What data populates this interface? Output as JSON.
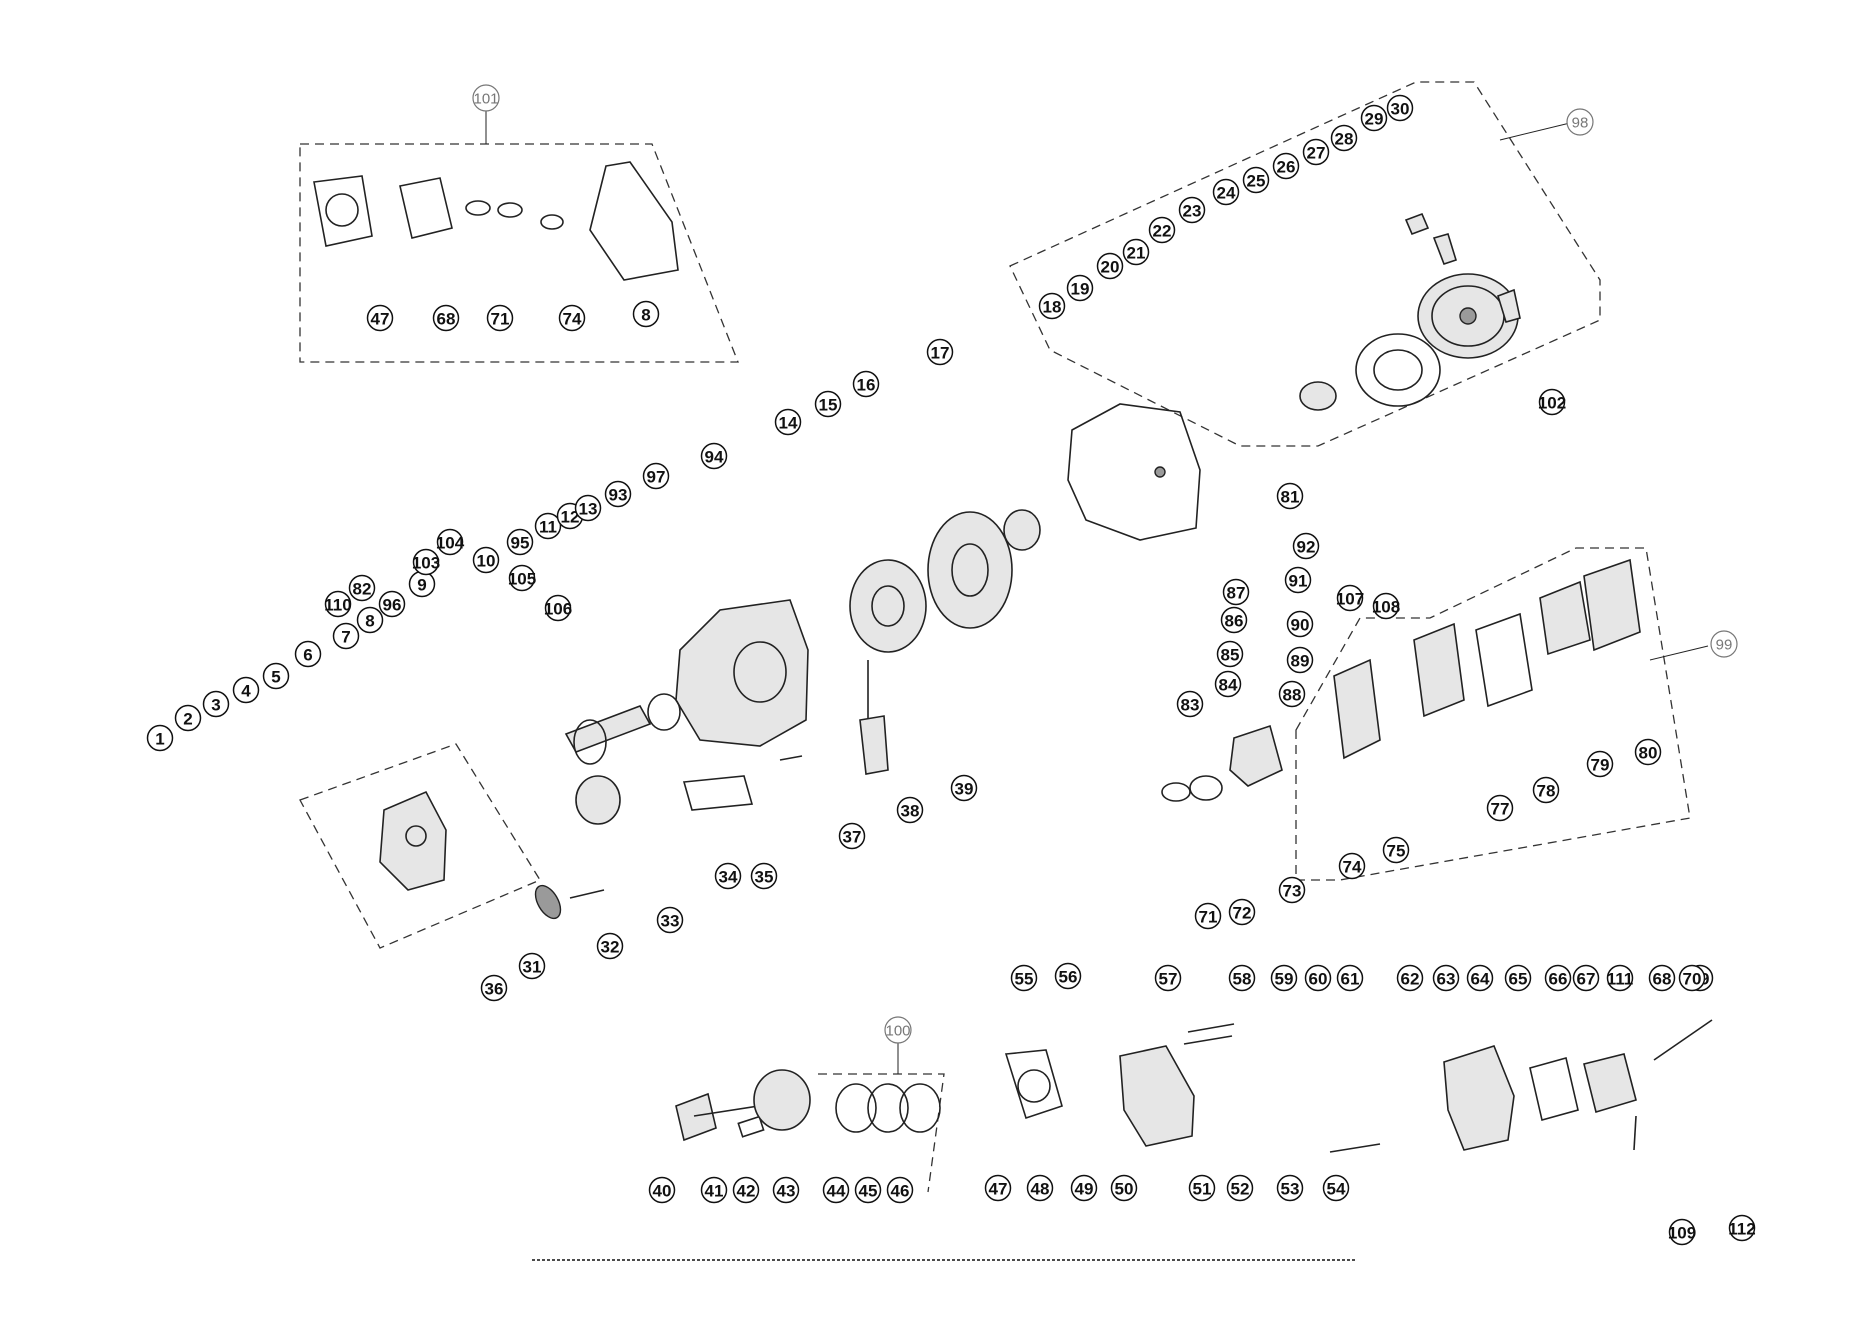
{
  "kits": [
    {
      "label": "101"
    },
    {
      "label": "98"
    },
    {
      "label": "99"
    },
    {
      "label": "100"
    }
  ],
  "callouts": [
    "1",
    "2",
    "3",
    "4",
    "5",
    "6",
    "110",
    "7",
    "8",
    "82",
    "96",
    "9",
    "103",
    "104",
    "10",
    "105",
    "106",
    "95",
    "11",
    "12",
    "13",
    "93",
    "97",
    "94",
    "14",
    "15",
    "16",
    "17",
    "18",
    "19",
    "20",
    "21",
    "22",
    "23",
    "24",
    "25",
    "26",
    "27",
    "28",
    "29",
    "30",
    "102",
    "81",
    "31",
    "32",
    "33",
    "34",
    "35",
    "36",
    "37",
    "38",
    "39",
    "47",
    "68",
    "71",
    "74",
    "8",
    "92",
    "91",
    "87",
    "90",
    "86",
    "89",
    "85",
    "88",
    "84",
    "83",
    "107",
    "108",
    "77",
    "78",
    "79",
    "80",
    "75",
    "74",
    "73",
    "72",
    "71",
    "40",
    "41",
    "42",
    "43",
    "44",
    "45",
    "46",
    "55",
    "56",
    "57",
    "58",
    "59",
    "60",
    "61",
    "62",
    "63",
    "64",
    "65",
    "66",
    "67",
    "111",
    "68",
    "69",
    "70",
    "47",
    "48",
    "49",
    "50",
    "51",
    "52",
    "53",
    "54",
    "109",
    "112"
  ]
}
